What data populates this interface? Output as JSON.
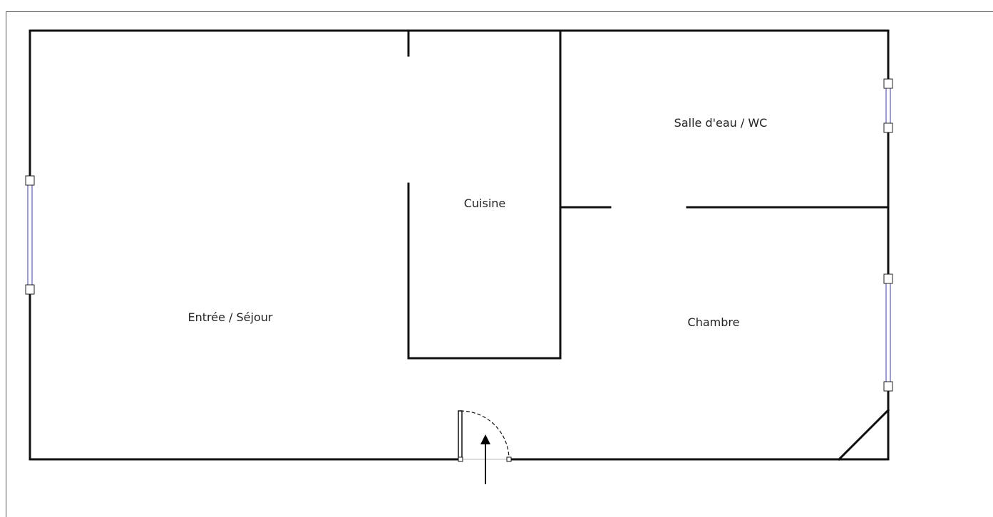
{
  "floor_plan": {
    "rooms": [
      {
        "id": "entree-sejour",
        "label": "Entrée / Séjour"
      },
      {
        "id": "cuisine",
        "label": "Cuisine"
      },
      {
        "id": "salle-eau-wc",
        "label": "Salle d'eau / WC"
      },
      {
        "id": "chambre",
        "label": "Chambre"
      }
    ],
    "colors": {
      "wall": "#111111",
      "window_glass": "#3a3aa0",
      "background": "#ffffff"
    },
    "icons": {
      "entrance": "up-arrow-icon",
      "door": "door-swing-icon",
      "window": "window-icon"
    }
  }
}
